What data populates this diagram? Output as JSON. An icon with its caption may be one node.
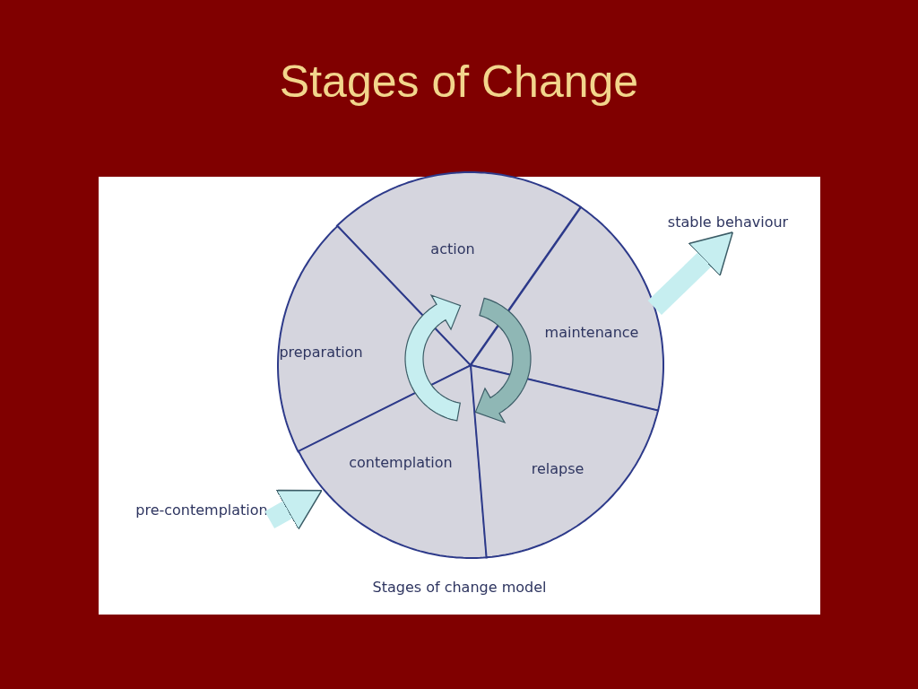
{
  "diagram": {
    "title": "Stages of Change",
    "caption": "Stages of change model",
    "nodes": [
      {
        "text": [
          "stable behaviour"
        ]
      },
      {
        "text": [
          "action"
        ]
      },
      {
        "text": [
          "maintenance"
        ]
      },
      {
        "text": [
          "preparation"
        ]
      },
      {
        "text": [
          "contemplation"
        ]
      },
      {
        "text": [
          "relapse"
        ]
      },
      {
        "text": [
          "pre-contemplation"
        ]
      }
    ],
    "edges": [
      {
        "from": 6,
        "to": 4,
        "arrow": "to"
      },
      {
        "from": 2,
        "to": 0,
        "arrow": "to"
      }
    ]
  }
}
